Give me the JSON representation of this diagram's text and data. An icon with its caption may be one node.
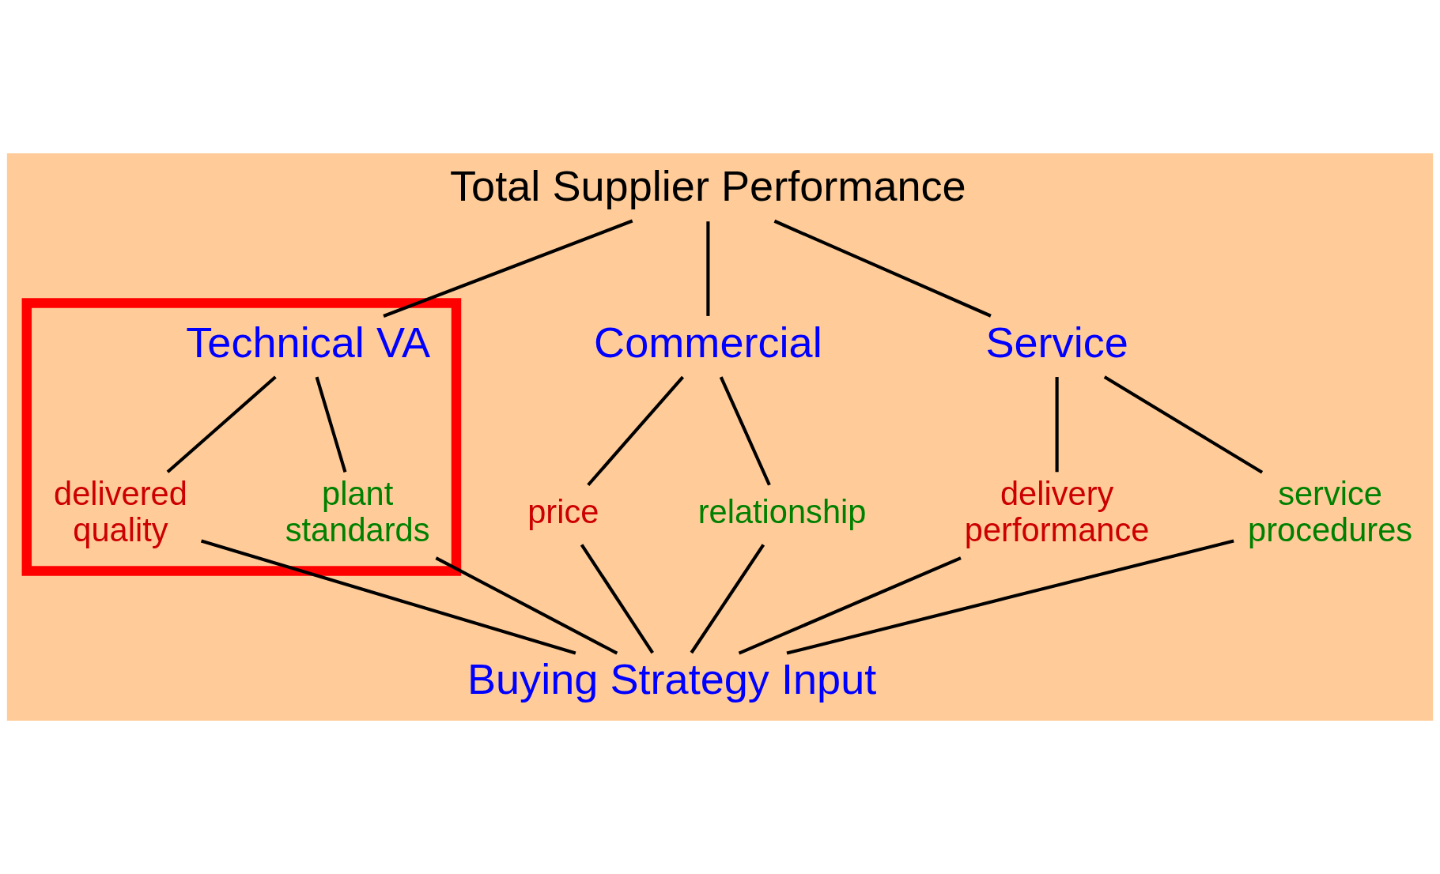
{
  "diagram": {
    "nodes": [
      {
        "text": [
          "Total Supplier Performance"
        ]
      },
      {
        "text": [],
        "shape": "box"
      },
      {
        "text": [
          "Technical VA"
        ],
        "in": 1
      },
      {
        "text": [
          "Commercial"
        ]
      },
      {
        "text": [
          "Service"
        ]
      },
      {
        "text": [
          "delivered quality"
        ],
        "in": 1
      },
      {
        "text": [
          "plant standards"
        ],
        "in": 1
      },
      {
        "text": [
          "price"
        ]
      },
      {
        "text": [
          "relationship"
        ]
      },
      {
        "text": [
          "delivery performance"
        ]
      },
      {
        "text": [
          "service procedures"
        ]
      },
      {
        "text": [
          "Buying Strategy Input"
        ]
      }
    ],
    "edges": [
      {
        "from": 0,
        "to": 2,
        "arrow": "none"
      },
      {
        "from": 0,
        "to": 3,
        "arrow": "none"
      },
      {
        "from": 0,
        "to": 4,
        "arrow": "none"
      },
      {
        "from": 2,
        "to": 5,
        "arrow": "none"
      },
      {
        "from": 2,
        "to": 6,
        "arrow": "none"
      },
      {
        "from": 3,
        "to": 7,
        "arrow": "none"
      },
      {
        "from": 3,
        "to": 8,
        "arrow": "none"
      },
      {
        "from": 4,
        "to": 9,
        "arrow": "none"
      },
      {
        "from": 4,
        "to": 10,
        "arrow": "none"
      },
      {
        "from": 5,
        "to": 11,
        "arrow": "none"
      },
      {
        "from": 6,
        "to": 11,
        "arrow": "none"
      },
      {
        "from": 7,
        "to": 11,
        "arrow": "none"
      },
      {
        "from": 8,
        "to": 11,
        "arrow": "none"
      },
      {
        "from": 9,
        "to": 11,
        "arrow": "none"
      },
      {
        "from": 10,
        "to": 11,
        "arrow": "none"
      }
    ]
  }
}
